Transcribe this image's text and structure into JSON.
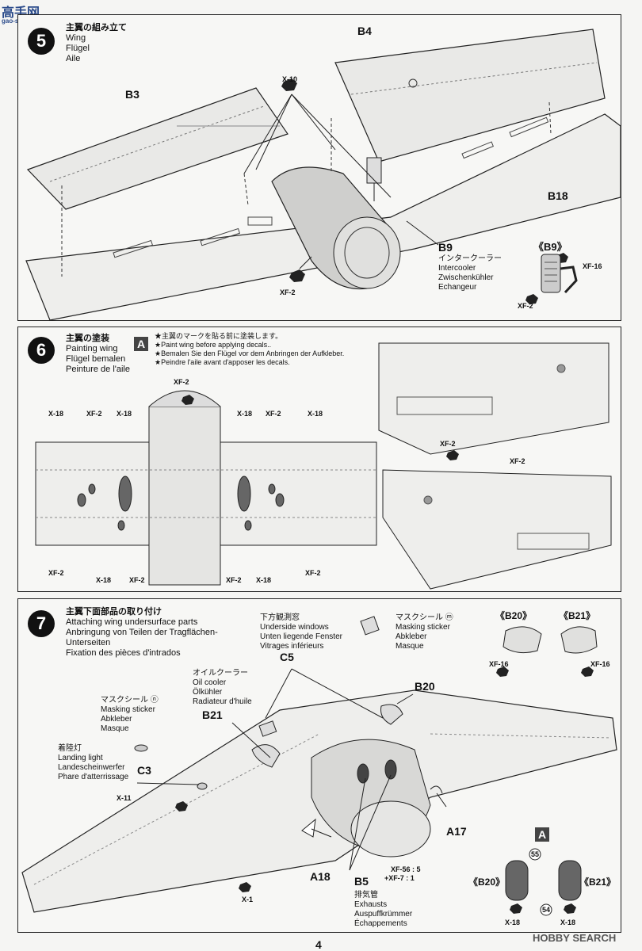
{
  "watermark_top": {
    "logo": "高手网",
    "site": "gao-shou.net"
  },
  "watermark_bottom": "HOBBY SEARCH",
  "page_number": "4",
  "step5": {
    "number": "5",
    "title_jp": "主翼の組み立て",
    "title_en": "Wing",
    "title_de": "Flügel",
    "title_fr": "Aile",
    "parts": {
      "b3": "B3",
      "b4": "B4",
      "b18": "B18",
      "b9": "B9",
      "x10": "X-10",
      "xf2": "XF-2"
    },
    "b9_desc": [
      "インタークーラー",
      "Intercooler",
      "Zwischenkühler",
      "Echangeur"
    ],
    "inset": {
      "label": "《B9》",
      "xf16": "XF-16",
      "xf2": "XF-2"
    }
  },
  "step6": {
    "number": "6",
    "title_jp": "主翼の塗装",
    "title_en": "Painting wing",
    "title_de": "Flügel bemalen",
    "title_fr": "Peinture de l'aile",
    "badge": "A",
    "notes": [
      "★主翼のマークを貼る前に塗装します。",
      "★Paint wing before applying decals..",
      "★Bemalen Sie den Flügel vor dem Anbringen der Aufkleber.",
      "★Peindre l'aile avant d'apposer les decals."
    ],
    "colors": {
      "xf2": "XF-2",
      "x18": "X-18"
    }
  },
  "step7": {
    "number": "7",
    "title_jp": "主翼下面部品の取り付け",
    "title_en": "Attaching wing undersurface parts",
    "title_de": "Anbringung von Teilen der Tragflächen-",
    "title_de2": "Unterseiten",
    "title_fr": "Fixation des pièces d'intrados",
    "windows": [
      "下方観測窓",
      "Underside windows",
      "Unten liegende Fenster",
      "Vitrages inférieurs"
    ],
    "mask_m": [
      "マスクシール ⓜ",
      "Masking sticker",
      "Abkleber",
      "Masque"
    ],
    "mask_n": [
      "マスクシール ⓝ",
      "Masking sticker",
      "Abkleber",
      "Masque"
    ],
    "oil": [
      "オイルクーラー",
      "Oil cooler",
      "Ölkühler",
      "Radiateur d'huile"
    ],
    "landing": [
      "着陸灯",
      "Landing light",
      "Landescheinwerfer",
      "Phare d'atterrissage"
    ],
    "exhaust": [
      "排気管",
      "Exhausts",
      "Auspuffkrümmer",
      "Échappements"
    ],
    "parts": {
      "c5": "C5",
      "b20": "B20",
      "b21": "B21",
      "c3": "C3",
      "a17": "A17",
      "a18": "A18",
      "b5": "B5",
      "x11": "X-11",
      "x1": "X-1"
    },
    "mix": [
      "XF-56 : 5",
      "+XF-7 : 1"
    ],
    "inset_b20": "《B20》",
    "inset_b21": "《B21》",
    "xf16": "XF-16",
    "x18": "X-18",
    "badge": "A",
    "decal_55": "55",
    "decal_54": "54"
  }
}
